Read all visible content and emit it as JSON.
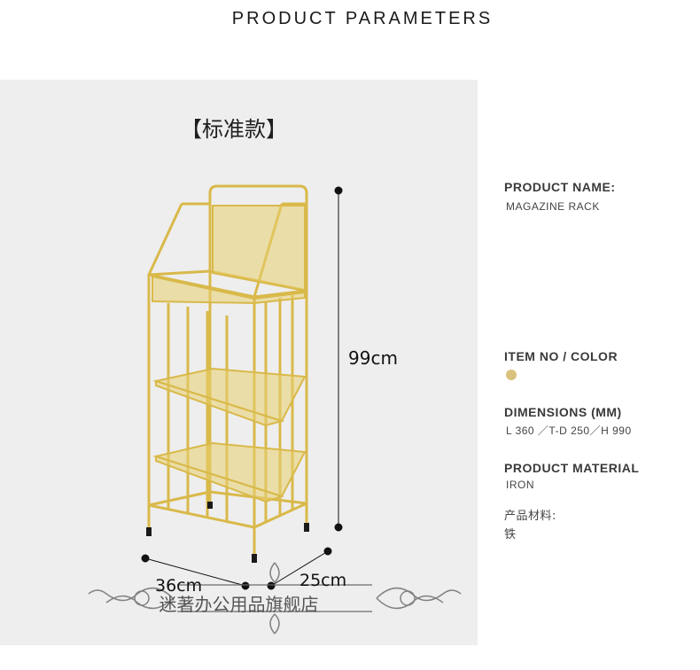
{
  "title": "PRODUCT PARAMETERS",
  "product_image": {
    "variant_label": "【标准款】",
    "height_label": "99cm",
    "width_label": "36cm",
    "depth_label": "25cm",
    "watermark": "迷著办公用品旗舰店"
  },
  "specs": {
    "name_heading": "PRODUCT NAME:",
    "name_value": "MAGAZINE RACK",
    "item_heading": "ITEM NO / COLOR",
    "color_swatch": "#d9c27e",
    "dimensions_heading": "DIMENSIONS (MM)",
    "dimensions_value": "L 360 ／T-D 250／H 990",
    "material_heading": "PRODUCT MATERIAL",
    "material_value": "IRON",
    "material_cn_heading": "产品材料:",
    "material_cn_value": "铁"
  },
  "colors": {
    "rack_gold": "#d9b94a",
    "panel_bg": "#eeeeee"
  }
}
